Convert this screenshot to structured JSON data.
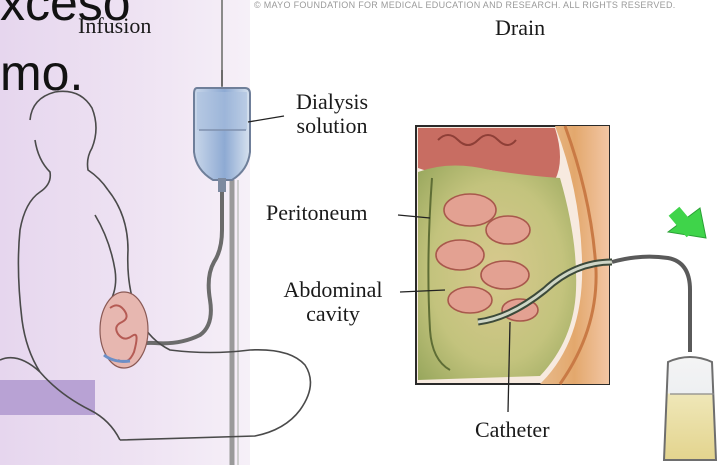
{
  "slide": {
    "fragment_line1": "xceso",
    "fragment_line2": "mo."
  },
  "figure": {
    "copyright": "© MAYO FOUNDATION FOR MEDICAL EDUCATION AND RESEARCH. ALL RIGHTS RESERVED.",
    "labels": {
      "infusion": "Infusion",
      "drain": "Drain",
      "dialysis_solution_line1": "Dialysis",
      "dialysis_solution_line2": "solution",
      "peritoneum": "Peritoneum",
      "abdominal_cavity_line1": "Abdominal",
      "abdominal_cavity_line2": "cavity",
      "catheter": "Catheter"
    },
    "colors": {
      "slide_lilac": "#e6d6ee",
      "slide_band": "#b8a2d4",
      "bag_blue": "#9fb6d8",
      "fluid_yellow": "#e9dfa4",
      "cavity_green": "#b9c07a",
      "arrow_green": "#3fd44a",
      "tissue_pink": "#d9887c"
    }
  }
}
